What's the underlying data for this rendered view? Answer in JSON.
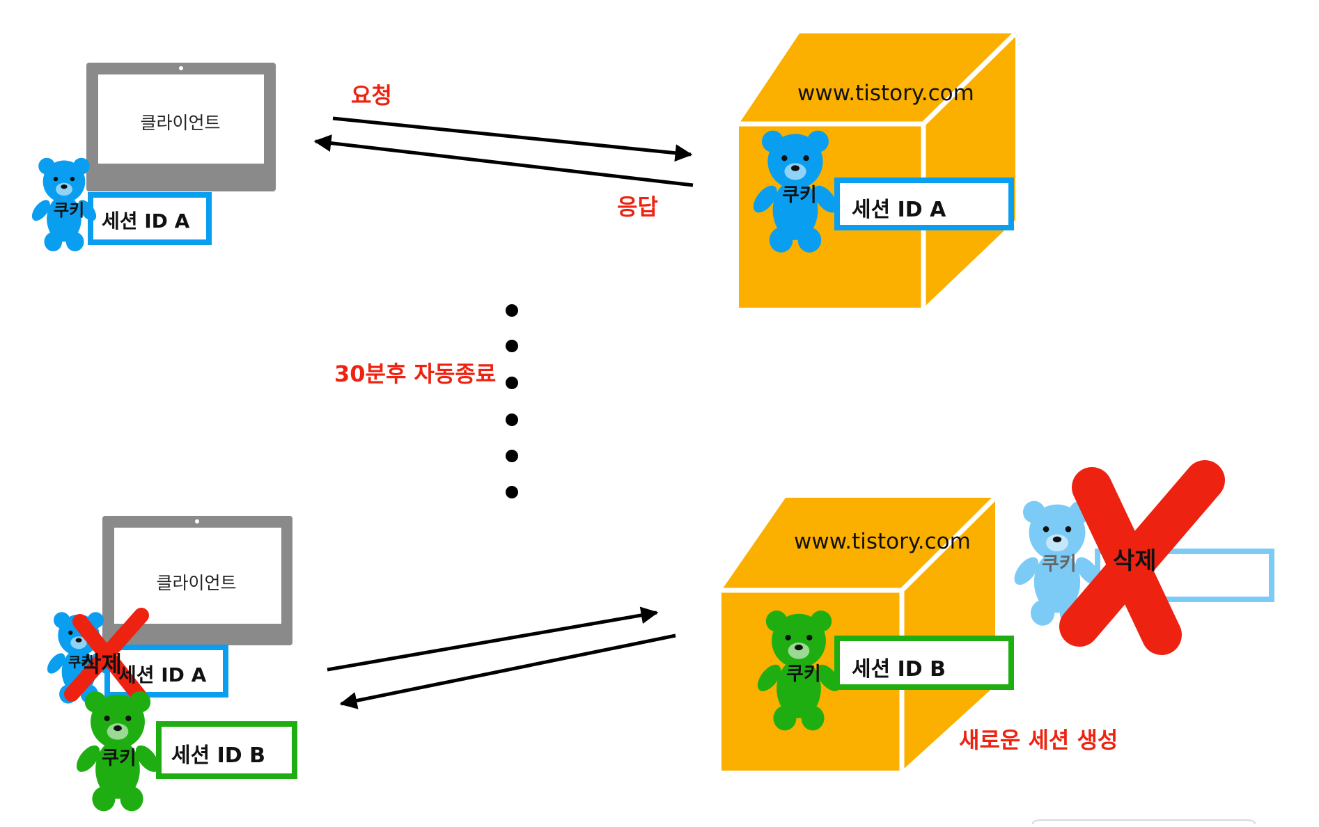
{
  "top": {
    "client_label": "클라이언트",
    "cookie_label": "쿠키",
    "client_session": "세션 ID A",
    "request_label": "요청",
    "response_label": "응답",
    "server_domain": "www.tistory.com",
    "server_cookie_label": "쿠키",
    "server_session": "세션 ID A"
  },
  "middle": {
    "timeout_label": "30분후 자동종료"
  },
  "bottom": {
    "client_label": "클라이언트",
    "old_cookie_label": "쿠키",
    "old_session": "세션 ID A",
    "old_delete_label": "삭제",
    "new_cookie_label": "쿠키",
    "new_session": "세션 ID B",
    "server_domain": "www.tistory.com",
    "server_cookie_label": "쿠키",
    "server_session": "세션 ID B",
    "deleted_cookie_label": "쿠키",
    "deleted_label": "삭제",
    "new_session_note": "새로운 세션 생성"
  },
  "colors": {
    "blue": "#0a9ef0",
    "light_blue": "#7ccbf7",
    "green": "#1fae12",
    "orange": "#fbb000",
    "red": "#ee2211",
    "laptop_gray": "#8a8a8a"
  }
}
